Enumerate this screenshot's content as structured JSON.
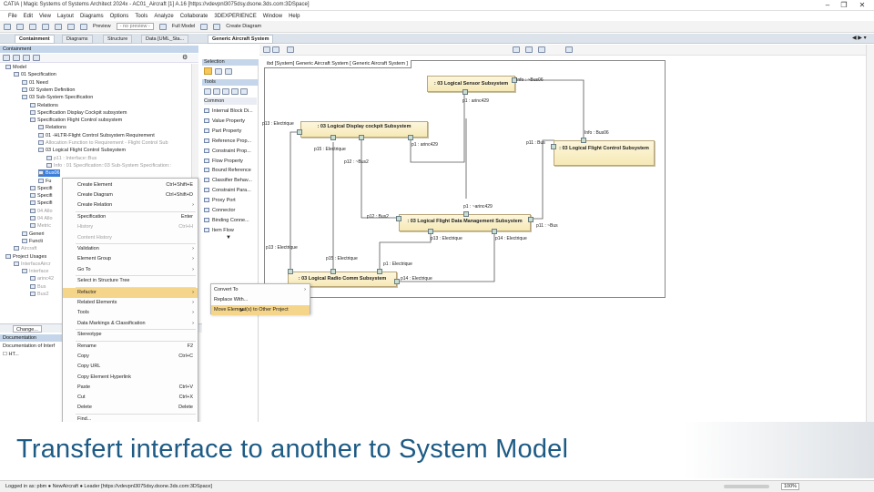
{
  "window": {
    "title": "CATIA | Magic Systems of Systems Architect 2024x - AC01_Aircraft [1] A.16 [https://vdevpnl3075dsy.dsone.3ds.com:3DSpace]"
  },
  "menu": [
    "File",
    "Edit",
    "View",
    "Layout",
    "Diagrams",
    "Options",
    "Tools",
    "Analyze",
    "Collaborate",
    "3DEXPERIENCE",
    "Window",
    "Help"
  ],
  "toolbar": {
    "preview": "Preview",
    "preview_select": "- no preview -",
    "full_model": "Full Model",
    "create_diagram": "Create Diagram"
  },
  "panel_tabs": [
    "Containment",
    "Diagrams",
    "Structure",
    "Data [UML_Sta..."
  ],
  "diagram_tab": "Generic Aircraft System",
  "containment_header": "Containment",
  "tree": [
    {
      "label": "Model",
      "indent": 0,
      "gray": false
    },
    {
      "label": "01 Specification",
      "indent": 1,
      "gray": false
    },
    {
      "label": "01 Need",
      "indent": 2,
      "gray": false
    },
    {
      "label": "02 System Definition",
      "indent": 2,
      "gray": false
    },
    {
      "label": "03 Sub-System Specification",
      "indent": 2,
      "gray": false
    },
    {
      "label": "Relations",
      "indent": 3,
      "gray": false
    },
    {
      "label": "Specification Display Cockpit subsystem",
      "indent": 3,
      "gray": false
    },
    {
      "label": "Specification Flight Control subsystem",
      "indent": 3,
      "gray": false
    },
    {
      "label": "Relations",
      "indent": 4,
      "gray": false
    },
    {
      "label": "01 -HLTR-Flight Control Subsystem Requirement",
      "indent": 4,
      "gray": false
    },
    {
      "label": "Allocation Function to Requirement - Flight Control Sub",
      "indent": 4,
      "gray": true
    },
    {
      "label": "03 Logical Flight Control Subsystem",
      "indent": 4,
      "gray": false
    },
    {
      "label": "p11 : Interface::Bus",
      "indent": 5,
      "gray": true
    },
    {
      "label": "Info : 01 Specification::03 Sub-System Specification::",
      "indent": 5,
      "gray": true
    },
    {
      "label": "Bus06",
      "indent": 4,
      "gray": false,
      "sel": true
    },
    {
      "label": "Fu",
      "indent": 4,
      "gray": false
    },
    {
      "label": "Specifi",
      "indent": 3,
      "gray": false
    },
    {
      "label": "Specifi",
      "indent": 3,
      "gray": false
    },
    {
      "label": "Specifi",
      "indent": 3,
      "gray": false
    },
    {
      "label": "04 Allo",
      "indent": 3,
      "gray": true
    },
    {
      "label": "04 Allo",
      "indent": 3,
      "gray": true
    },
    {
      "label": "Metric",
      "indent": 3,
      "gray": true
    },
    {
      "label": "Generi",
      "indent": 2,
      "gray": false
    },
    {
      "label": "Functi",
      "indent": 2,
      "gray": false
    },
    {
      "label": "Aircraft",
      "indent": 1,
      "gray": true
    },
    {
      "label": "Project Usages",
      "indent": 0,
      "gray": false
    },
    {
      "label": "InterfaceAircr",
      "indent": 1,
      "gray": true
    },
    {
      "label": "Interface",
      "indent": 2,
      "gray": true
    },
    {
      "label": "arinc42",
      "indent": 3,
      "gray": true
    },
    {
      "label": "Bus",
      "indent": 3,
      "gray": true
    },
    {
      "label": "Bus2",
      "indent": 3,
      "gray": true
    }
  ],
  "change_button": "Change...",
  "documentation": {
    "header": "Documentation",
    "text": "Documentation of Interf",
    "html": "HT..."
  },
  "context_menu": [
    {
      "label": "Create Element",
      "shortcut": "Ctrl+Shift+E",
      "arrow": false,
      "disabled": false
    },
    {
      "label": "Create Diagram",
      "shortcut": "Ctrl+Shift+D",
      "arrow": false,
      "disabled": false
    },
    {
      "label": "Create Relation",
      "shortcut": "",
      "arrow": true,
      "disabled": false
    },
    {
      "label": "Specification",
      "shortcut": "Enter",
      "arrow": false,
      "disabled": false
    },
    {
      "label": "History",
      "shortcut": "Ctrl+H",
      "arrow": false,
      "disabled": true
    },
    {
      "label": "Content History",
      "shortcut": "",
      "arrow": false,
      "disabled": true
    },
    {
      "label": "Validation",
      "shortcut": "",
      "arrow": true,
      "disabled": false
    },
    {
      "label": "Element Group",
      "shortcut": "",
      "arrow": true,
      "disabled": false
    },
    {
      "label": "Go To",
      "shortcut": "",
      "arrow": true,
      "disabled": false
    },
    {
      "label": "Select in Structure Tree",
      "shortcut": "",
      "arrow": false,
      "disabled": false
    },
    {
      "label": "Refactor",
      "shortcut": "",
      "arrow": true,
      "disabled": false,
      "hl": true
    },
    {
      "label": "Related Elements",
      "shortcut": "",
      "arrow": true,
      "disabled": false
    },
    {
      "label": "Tools",
      "shortcut": "",
      "arrow": true,
      "disabled": false
    },
    {
      "label": "Data Markings & Classification",
      "shortcut": "",
      "arrow": true,
      "disabled": false
    },
    {
      "label": "Stereotype",
      "shortcut": "",
      "arrow": false,
      "disabled": false
    },
    {
      "label": "Rename",
      "shortcut": "F2",
      "arrow": false,
      "disabled": false
    },
    {
      "label": "Copy",
      "shortcut": "Ctrl+C",
      "arrow": false,
      "disabled": false
    },
    {
      "label": "Copy URL",
      "shortcut": "",
      "arrow": false,
      "disabled": false
    },
    {
      "label": "Copy Element Hyperlink",
      "shortcut": "",
      "arrow": false,
      "disabled": false
    },
    {
      "label": "Paste",
      "shortcut": "Ctrl+V",
      "arrow": false,
      "disabled": false
    },
    {
      "label": "Cut",
      "shortcut": "Ctrl+X",
      "arrow": false,
      "disabled": false
    },
    {
      "label": "Delete",
      "shortcut": "Delete",
      "arrow": false,
      "disabled": false
    },
    {
      "label": "Find...",
      "shortcut": "",
      "arrow": false,
      "disabled": false
    }
  ],
  "submenu": [
    {
      "label": "Convert To",
      "arrow": true,
      "hl": false
    },
    {
      "label": "Replace With...",
      "arrow": false,
      "hl": false
    },
    {
      "label": "Move Element(s) to Other Project",
      "arrow": false,
      "hl": true
    }
  ],
  "palette": {
    "selection": "Selection",
    "tools": "Tools",
    "common": "Common",
    "items": [
      "Internal Block Di...",
      "Value Property",
      "Part Property",
      "Reference Prop...",
      "Constraint Prop...",
      "Flow Property",
      "Bound Reference",
      "Classifier Behav...",
      "Constraint Para...",
      "Proxy Port",
      "Connector",
      "Binding Conne...",
      "Item Flow"
    ]
  },
  "diagram": {
    "frame_label": "ibd [System] Generic Aircraft System [ Generic Aircraft System ]",
    "blocks": {
      "sensor": ": 03 Logical Sensor Subsystem",
      "display": ": 03 Logical Display cockpit Subsystem",
      "flight_control": ": 03 Logical Flight Control Subsystem",
      "data_mgmt": ": 03 Logical Flight Data Management Subsystem",
      "radio": ": 03 Logical Radio Comm Subsystem"
    },
    "labels": {
      "info_bus06_a": "Info : ~Bus06",
      "p1_arinc_a": "p1 : arinc429",
      "p13_elec_a": "p13 : Electrique",
      "p15_elec_a": "p15 : Electrique",
      "p1_arinc_b": "p1 : arinc429",
      "info_bus06_b": "Info : Bus06",
      "p11_bus": "p11 : Bus",
      "p12_bus2_a": "p12 : ~Bus2",
      "p1_arinc_c": "p1 : ~arinc429",
      "p12_bus2_b": "p12 : Bus2",
      "p11_bus_b": "p11 : ~Bus",
      "p13_elec_b": "p13 : Electrique",
      "p13_elec_c": "p13 : Electrique",
      "p14_elec_a": "p14 : Electrique",
      "p15_elec_b": "p15 : Electrique",
      "p1_elec": "p1 : Electrique",
      "p14_elec_b": "p14 : Electrique"
    }
  },
  "banner": "Transfert interface to another to System Model",
  "status": {
    "text": "Logged in as: pbm ● NewAircraft ● Leader [https://vdevpnl3075dsy.dsone.3ds.com:3DSpace]",
    "zoom": "100%"
  }
}
